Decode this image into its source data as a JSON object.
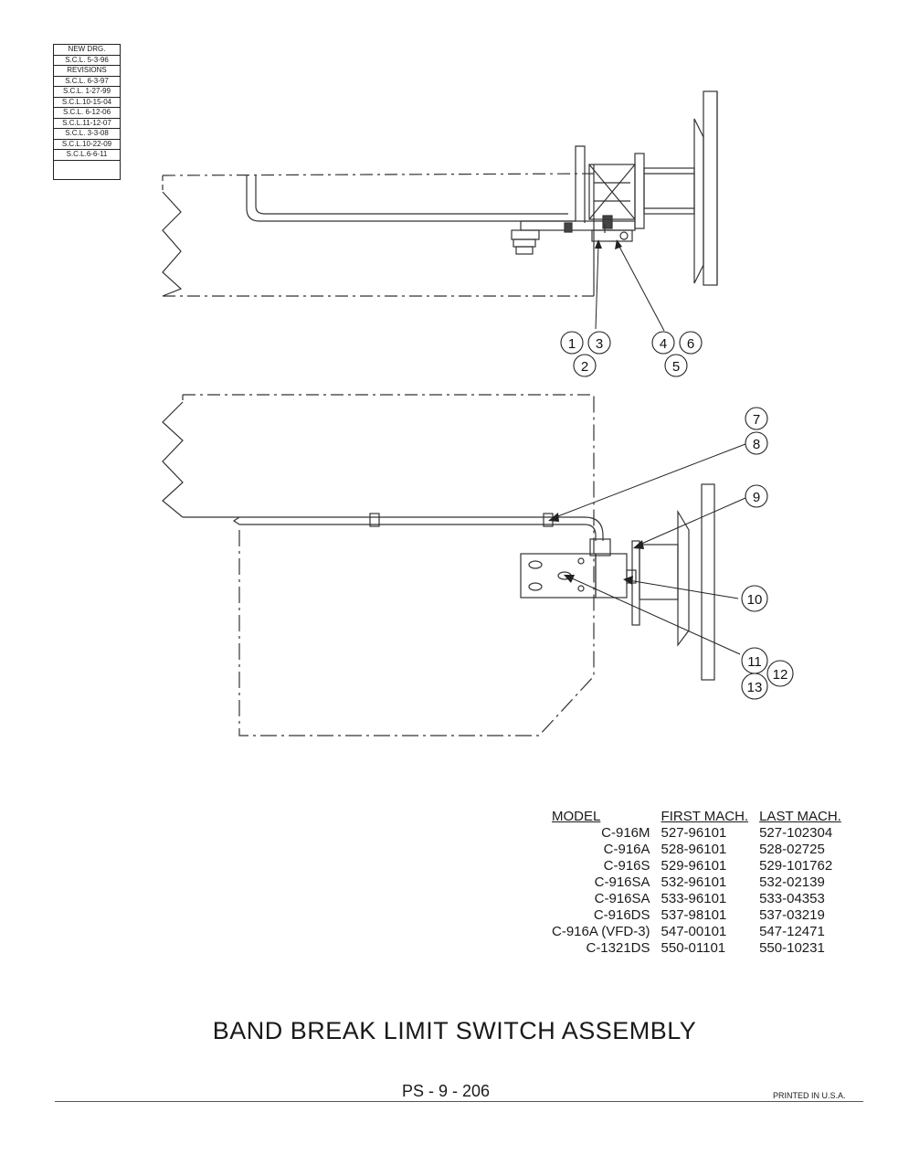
{
  "revision_block": {
    "header": [
      "NEW DRG.",
      "S.C.L. 5-3-96"
    ],
    "revisions_label": "REVISIONS",
    "revisions": [
      "S.C.L. 6-3-97",
      "S.C.L. 1-27-99",
      "S.C.L.10-15-04",
      "S.C.L. 6-12-06",
      "S.C.L.11-12-07",
      "S.C.L. 3-3-08",
      "S.C.L.10-22-09",
      "S.C.L.6-6-11"
    ]
  },
  "callouts": [
    "1",
    "2",
    "3",
    "4",
    "5",
    "6",
    "7",
    "8",
    "9",
    "10",
    "11",
    "12",
    "13"
  ],
  "model_table": {
    "headers": [
      "MODEL",
      "FIRST MACH.",
      "LAST MACH."
    ],
    "rows": [
      [
        "C-916M",
        "527-96101",
        "527-102304"
      ],
      [
        "C-916A",
        "528-96101",
        "528-02725"
      ],
      [
        "C-916S",
        "529-96101",
        "529-101762"
      ],
      [
        "C-916SA",
        "532-96101",
        "532-02139"
      ],
      [
        "C-916SA",
        "533-96101",
        "533-04353"
      ],
      [
        "C-916DS",
        "537-98101",
        "537-03219"
      ],
      [
        "C-916A (VFD-3)",
        "547-00101",
        "547-12471"
      ],
      [
        "C-1321DS",
        "550-01101",
        "550-10231"
      ]
    ]
  },
  "title": "BAND BREAK LIMIT SWITCH ASSEMBLY",
  "page_number": "PS - 9 - 206",
  "printed_note": "PRINTED IN U.S.A."
}
